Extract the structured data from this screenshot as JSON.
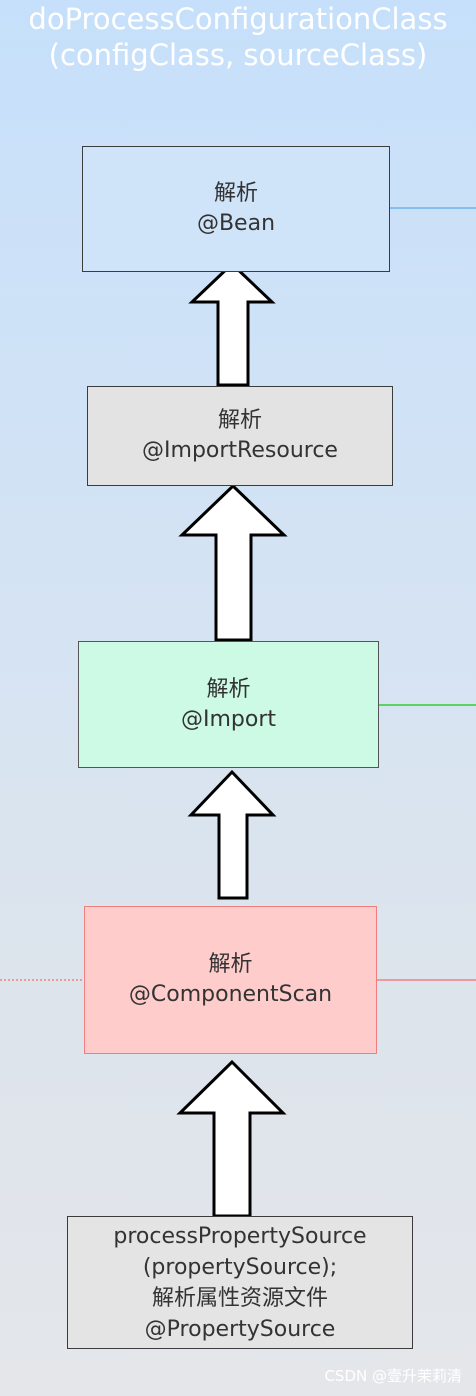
{
  "title": {
    "line1": "doProcessConfigurationClass",
    "line2": "(configClass, sourceClass)"
  },
  "boxes": {
    "bean": {
      "line1": "解析",
      "line2": "@Bean"
    },
    "importresource": {
      "line1": "解析",
      "line2": "@ImportResource"
    },
    "import": {
      "line1": "解析",
      "line2": "@Import"
    },
    "componentscan": {
      "line1": "解析",
      "line2": "@ComponentScan"
    },
    "propertysource": {
      "line1": "processPropertySource",
      "line2": "(propertySource);",
      "line3": "解析属性资源文件",
      "line4": "@PropertySource"
    }
  },
  "watermark": "CSDN @壹升茉莉清",
  "colors": {
    "bean_fill": "#cfe3f9",
    "importresource_fill": "#e3e3e3",
    "import_fill": "#cdfae4",
    "componentscan_fill": "#ffcccc",
    "propertysource_fill": "#e4e4e4",
    "bean_connector": "#6fb3f0",
    "import_connector": "#33cc33",
    "componentscan_connector": "#f08080"
  }
}
